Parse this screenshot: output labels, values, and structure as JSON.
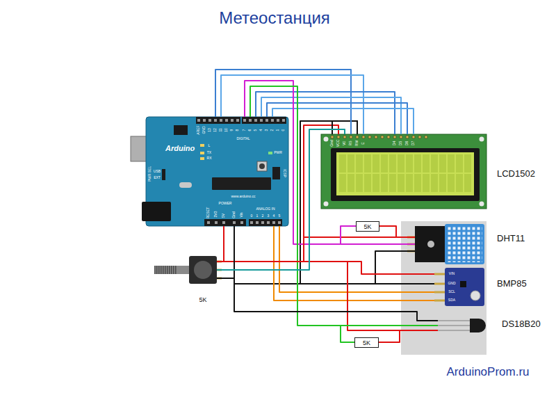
{
  "diagram": {
    "title": "Метеостанция",
    "nodes": [
      {
        "text": [
          "Arduino"
        ]
      },
      {
        "text": [
          "LCD1502"
        ]
      },
      {
        "text": [
          "5K"
        ]
      },
      {
        "text": [
          "DHT11"
        ]
      },
      {
        "text": [
          "5K"
        ]
      },
      {
        "text": [
          "BMP85"
        ]
      },
      {
        "text": [
          "5K"
        ]
      },
      {
        "text": [
          "DS18B20"
        ]
      }
    ],
    "edges": [
      {
        "from": 0,
        "to": 1,
        "arrow": "none"
      },
      {
        "from": 0,
        "to": 1,
        "arrow": "none"
      },
      {
        "from": 0,
        "to": 1,
        "arrow": "none"
      },
      {
        "from": 0,
        "to": 1,
        "arrow": "none"
      },
      {
        "from": 0,
        "to": 1,
        "arrow": "none"
      },
      {
        "from": 0,
        "to": 1,
        "arrow": "none"
      },
      {
        "from": 0,
        "to": 1,
        "arrow": "none"
      },
      {
        "from": 0,
        "to": 1,
        "arrow": "none"
      },
      {
        "from": 0,
        "to": 3,
        "arrow": "none"
      },
      {
        "from": 0,
        "to": 3,
        "arrow": "none"
      },
      {
        "from": 0,
        "to": 3,
        "arrow": "none"
      },
      {
        "from": 0,
        "to": 5,
        "arrow": "none"
      },
      {
        "from": 0,
        "to": 5,
        "arrow": "none"
      },
      {
        "from": 0,
        "to": 5,
        "arrow": "none"
      },
      {
        "from": 0,
        "to": 5,
        "arrow": "none"
      },
      {
        "from": 0,
        "to": 7,
        "arrow": "none"
      },
      {
        "from": 0,
        "to": 7,
        "arrow": "none"
      },
      {
        "from": 0,
        "to": 7,
        "arrow": "none"
      },
      {
        "from": 0,
        "to": 4,
        "arrow": "none"
      },
      {
        "from": 0,
        "to": 4,
        "arrow": "none"
      },
      {
        "from": 4,
        "to": 1,
        "arrow": "none"
      },
      {
        "from": 2,
        "to": 3,
        "arrow": "none"
      },
      {
        "from": 2,
        "to": 3,
        "arrow": "none"
      },
      {
        "from": 6,
        "to": 7,
        "arrow": "none"
      },
      {
        "from": 6,
        "to": 7,
        "arrow": "none"
      }
    ],
    "labels": [
      "AREF",
      "GND",
      "13",
      "12",
      "11",
      "10",
      "9",
      "8",
      "7",
      "6",
      "5",
      "4",
      "3",
      "2",
      "1",
      "0",
      "DIGITAL",
      "L",
      "TX",
      "RX",
      "PWR",
      "ICSP",
      "USB",
      "EXT",
      "PWR SEL",
      "www.arduino.cc",
      "RESET",
      "3V3",
      "5V",
      "Gnd",
      "Vin",
      "POWER",
      "0",
      "1",
      "2",
      "3",
      "4",
      "5",
      "ANALOG IN",
      "Gnd",
      "VCC",
      "V0",
      "RS",
      "RW",
      "E",
      "D4",
      "D5",
      "D6",
      "D7",
      "VIN",
      "GND",
      "SCL",
      "SDA",
      "ArduinoProm.ru"
    ]
  }
}
